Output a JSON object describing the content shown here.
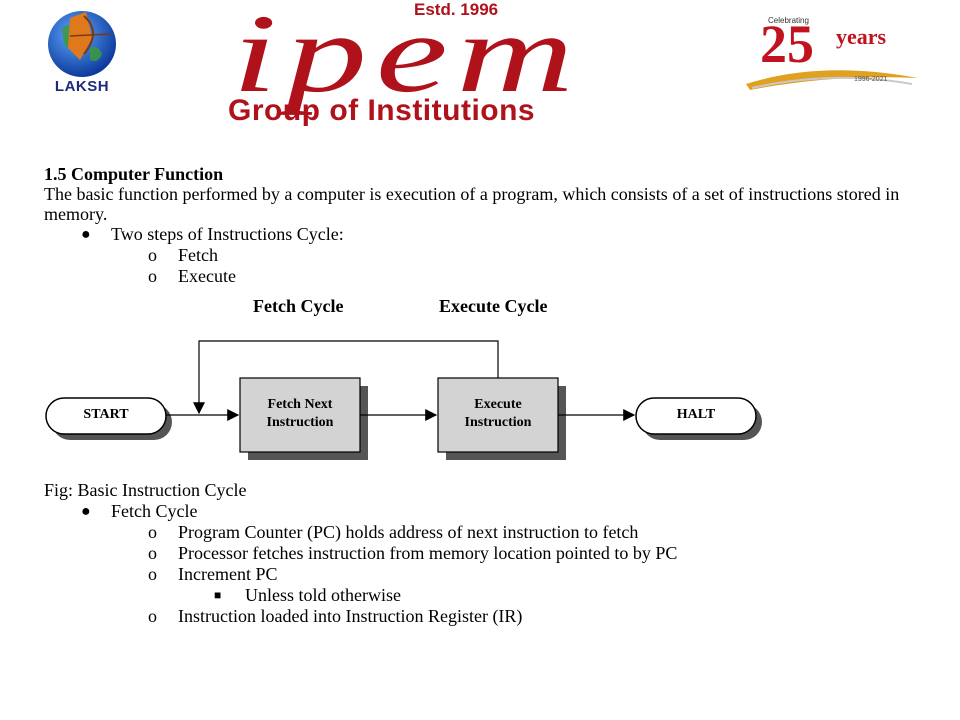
{
  "header": {
    "lak_logo_text": "LAKSH",
    "estd": "Estd. 1996",
    "brand": "ipem",
    "group": "Group of Institutions",
    "celebrating": "Celebrating",
    "years_number": "25",
    "years_word": "years",
    "years_range": "1996-2021",
    "colors": {
      "brand_red": "#b0121b",
      "logo_blue": "#1b2b7a",
      "gold": "#e0a020"
    }
  },
  "section": {
    "heading": "1.5 Computer Function",
    "intro": "The basic function performed by a computer is execution of a program, which consists of a set of instructions stored in memory.",
    "bullet": "Two steps of Instructions Cycle:",
    "steps": [
      "Fetch",
      "Execute"
    ]
  },
  "diagram": {
    "label_fetch_cycle": "Fetch Cycle",
    "label_execute_cycle": "Execute Cycle",
    "start": "START",
    "fetch_box_line1": "Fetch Next",
    "fetch_box_line2": "Instruction",
    "execute_box_line1": "Execute",
    "execute_box_line2": "Instruction",
    "halt": "HALT"
  },
  "figure_caption": "Fig: Basic Instruction Cycle",
  "fetch_cycle": {
    "bullet": "Fetch Cycle",
    "items": [
      "Program Counter (PC) holds address of next instruction to fetch",
      "Processor fetches instruction from memory location pointed to by PC",
      "Increment PC"
    ],
    "sub_item": "Unless told otherwise",
    "last_item": "Instruction loaded into Instruction Register (IR)"
  },
  "markers": {
    "bullet": "●",
    "circle": "o",
    "square": "■"
  }
}
